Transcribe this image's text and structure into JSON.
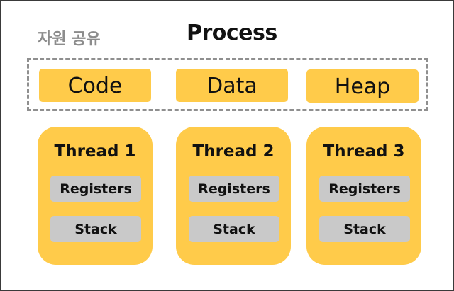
{
  "shared_label": "자원 공유",
  "title": "Process",
  "shared_resources": [
    "Code",
    "Data",
    "Heap"
  ],
  "threads": [
    {
      "name": "Thread 1",
      "parts": [
        "Registers",
        "Stack"
      ]
    },
    {
      "name": "Thread 2",
      "parts": [
        "Registers",
        "Stack"
      ]
    },
    {
      "name": "Thread 3",
      "parts": [
        "Registers",
        "Stack"
      ]
    }
  ],
  "colors": {
    "resource_fill": "#ffcb4a",
    "thread_fill": "#ffcb4a",
    "sub_fill": "#c9c9c9",
    "dashed_border": "#8f8f8f",
    "label_gray": "#8c8c8c"
  }
}
